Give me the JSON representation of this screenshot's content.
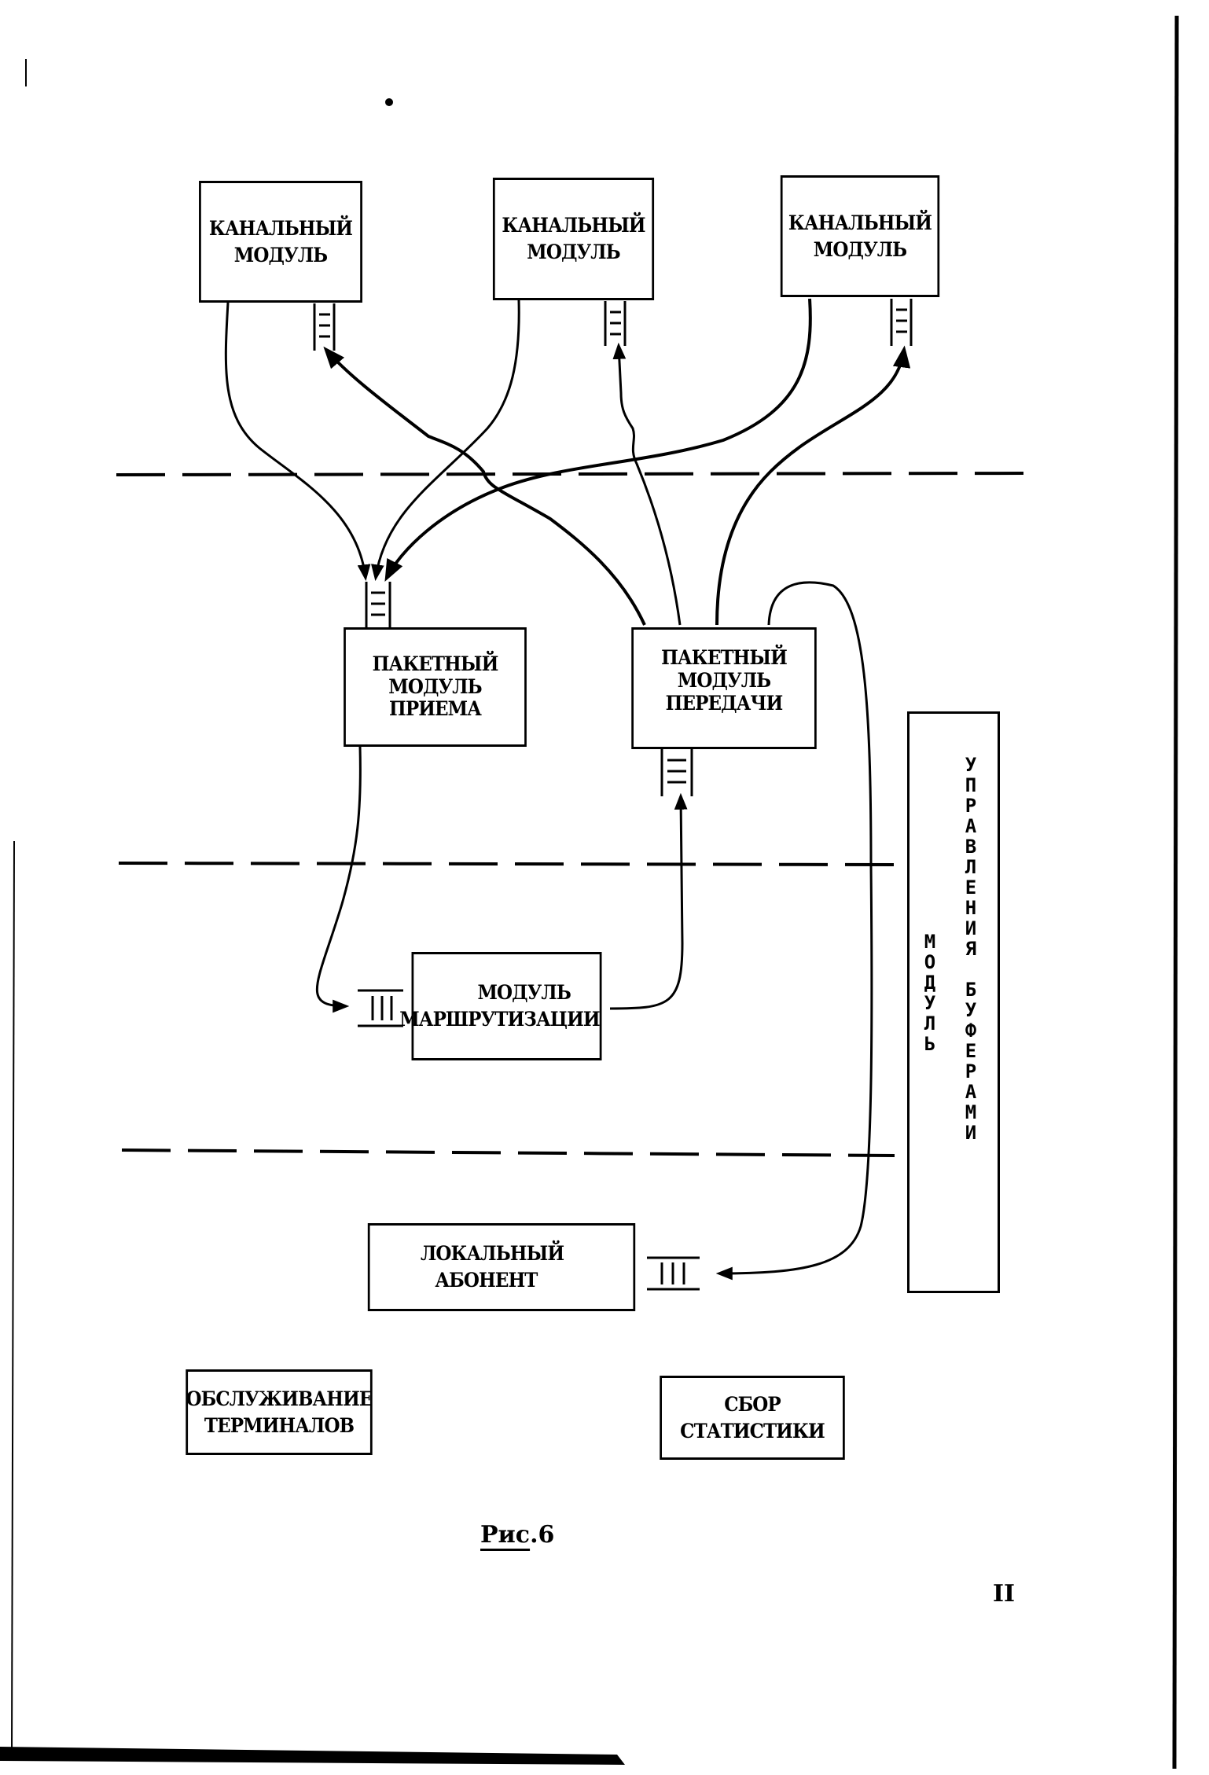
{
  "figure": {
    "caption_prefix": "Рис",
    "caption_suffix": ".6",
    "page_number": "II"
  },
  "modules": {
    "channel_1": {
      "line1": "КАНАЛЬНЫЙ",
      "line2": "МОДУЛЬ"
    },
    "channel_2": {
      "line1": "КАНАЛЬНЫЙ",
      "line2": "МОДУЛЬ"
    },
    "channel_3": {
      "line1": "КАНАЛЬНЫЙ",
      "line2": "МОДУЛЬ"
    },
    "packet_receive": {
      "line1": "ПАКЕТНЫЙ",
      "line2": "МОДУЛЬ",
      "line3": "ПРИЕМА"
    },
    "packet_transmit": {
      "line1": "ПАКЕТНЫЙ",
      "line2": "МОДУЛЬ",
      "line3": "ПЕРЕДАЧИ"
    },
    "routing": {
      "line1": "МОДУЛЬ",
      "line2": "МАРШРУТИЗАЦИИ"
    },
    "local_subscriber": {
      "line1": "ЛОКАЛЬНЫЙ",
      "line2": "АБОНЕНТ"
    },
    "terminal_service": {
      "line1": "ОБСЛУЖИВАНИЕ",
      "line2": "ТЕРМИНАЛОВ"
    },
    "statistics": {
      "line1": "СБОР",
      "line2": "СТАТИСТИКИ"
    },
    "buffer_management": {
      "word_left": [
        "М",
        "О",
        "Д",
        "У",
        "Л",
        "Ь"
      ],
      "word_right": [
        "У",
        "П",
        "Р",
        "А",
        "В",
        "Л",
        "Е",
        "Н",
        "И",
        "Я",
        " ",
        "Б",
        "У",
        "Ф",
        "Е",
        "Р",
        "А",
        "М",
        "И"
      ]
    }
  },
  "colors": {
    "ink": "#000000",
    "paper": "#ffffff"
  }
}
